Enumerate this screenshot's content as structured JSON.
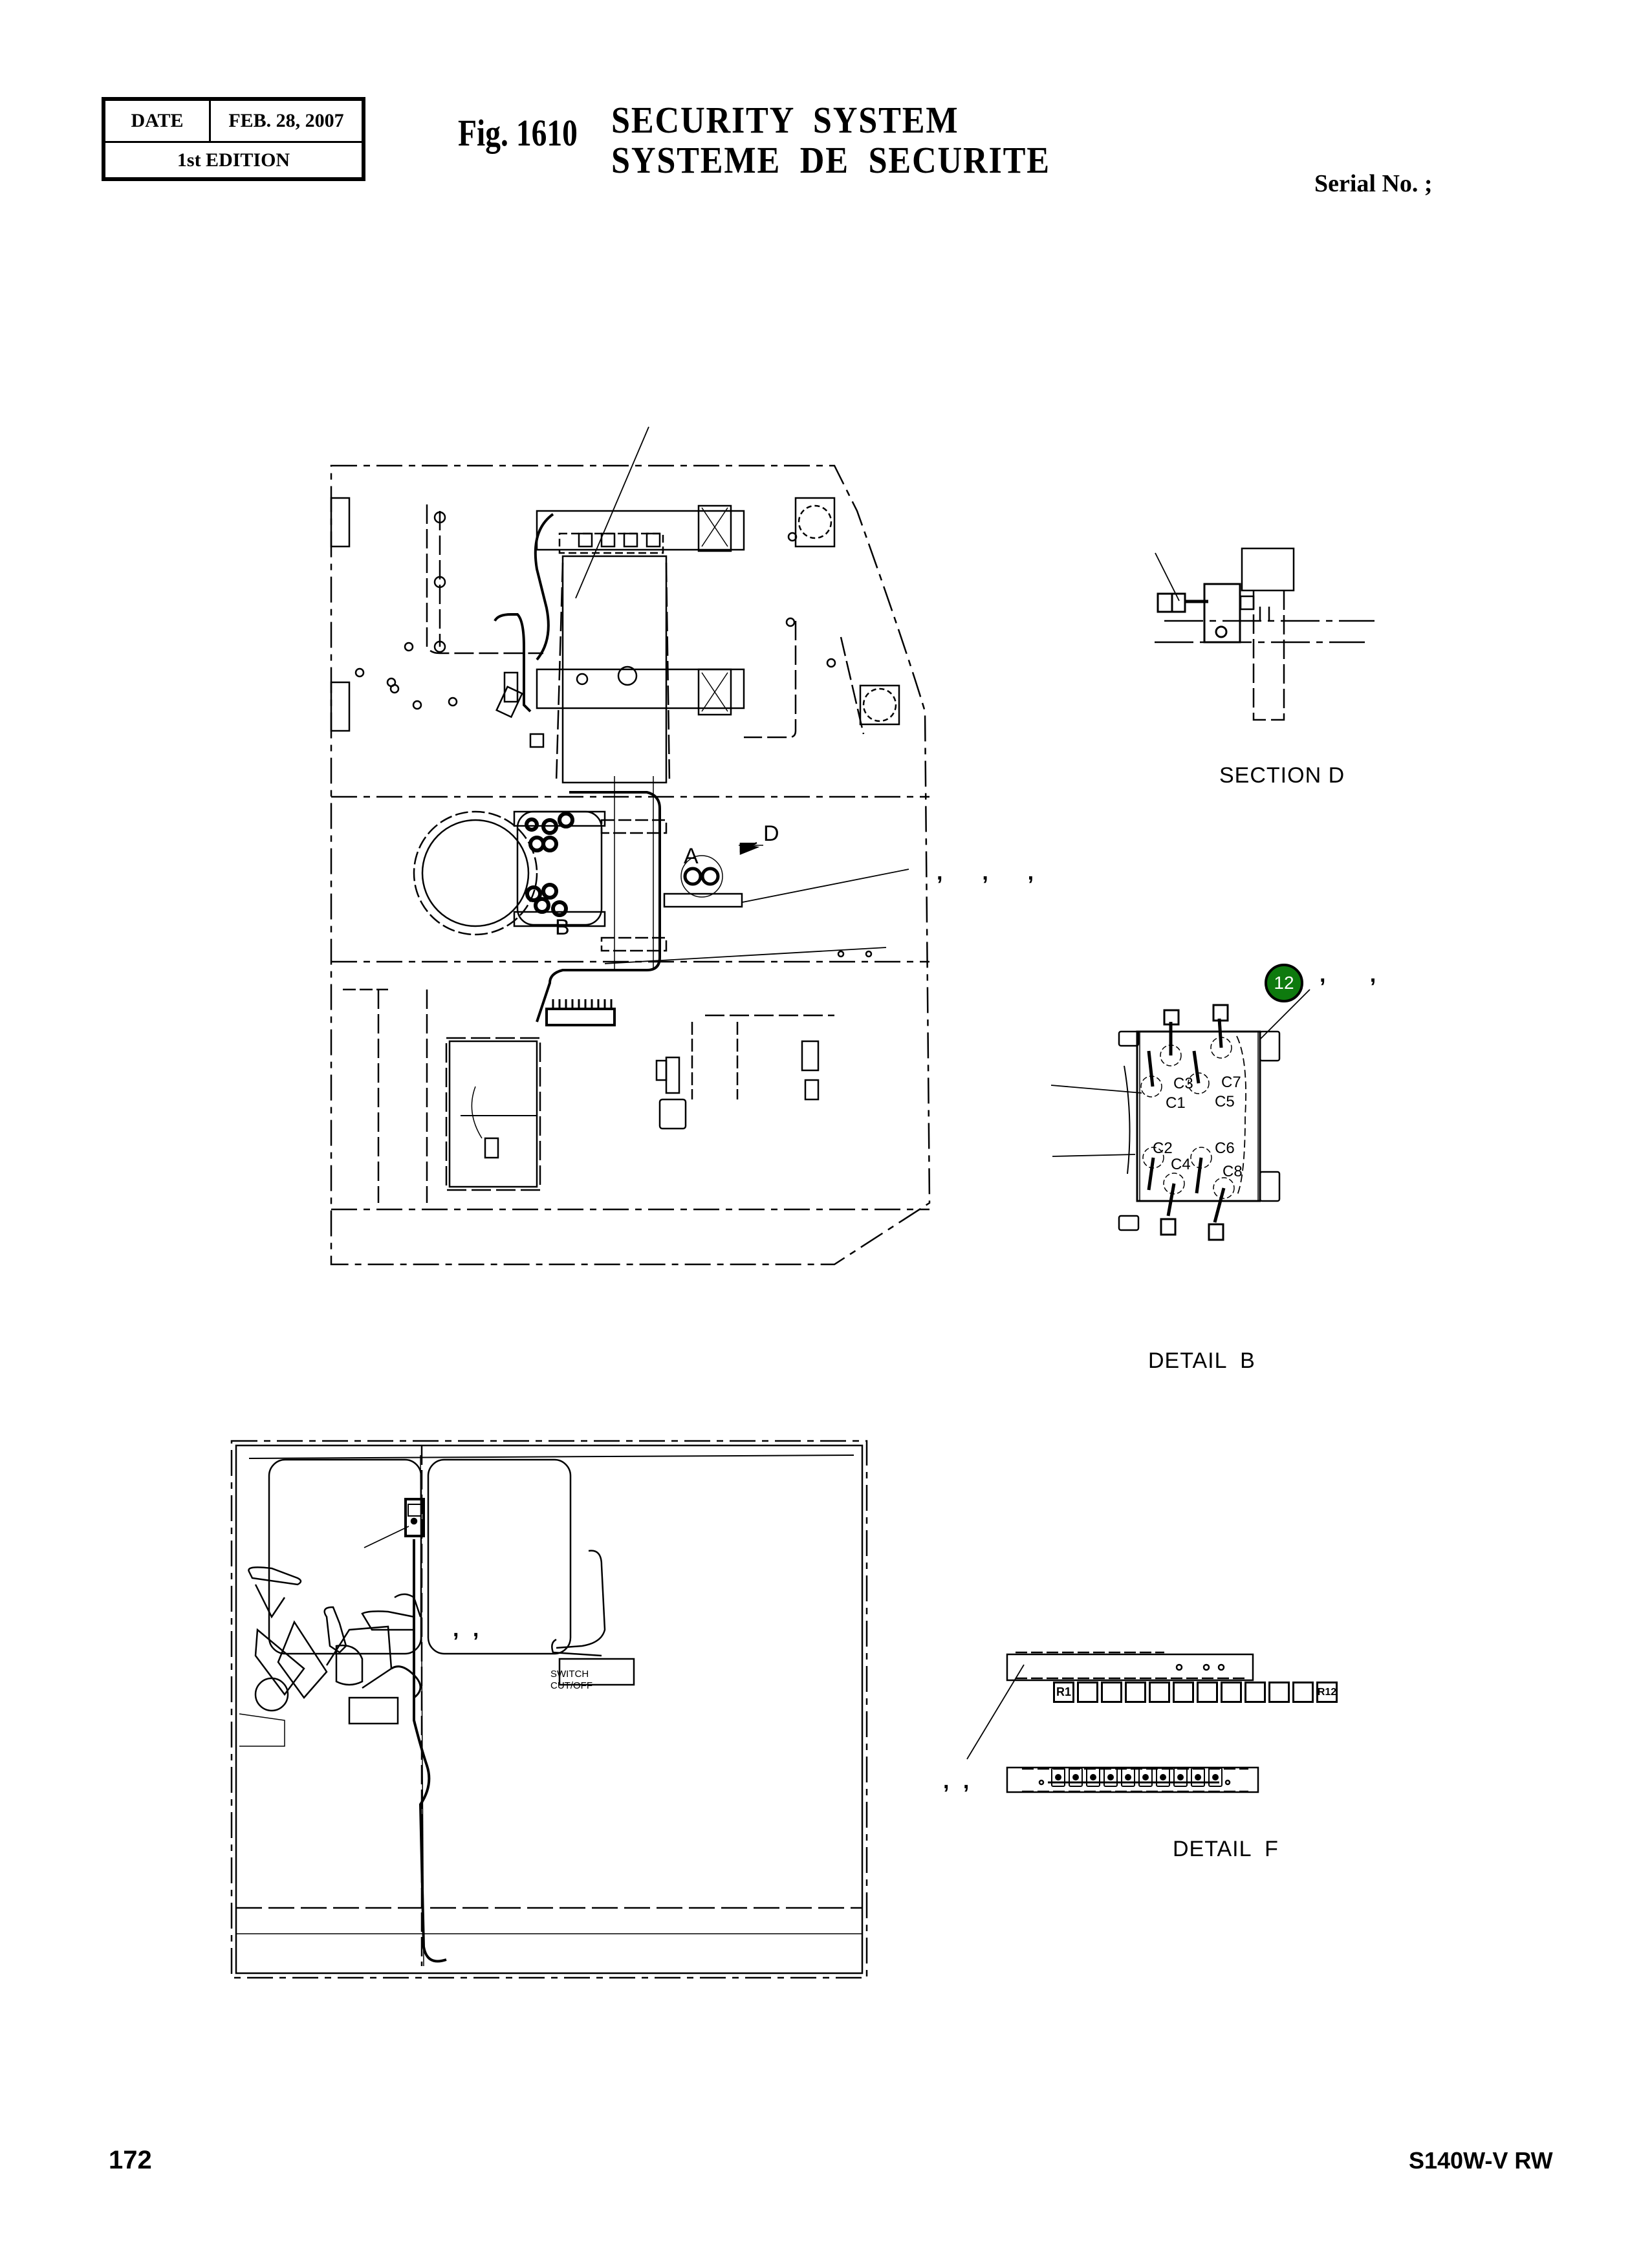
{
  "header": {
    "date_label": "DATE",
    "date_value": "FEB. 28, 2007",
    "edition": "1st EDITION",
    "fig_number": "Fig. 1610",
    "title_en": "SECURITY  SYSTEM",
    "title_fr": "SYSTEME  DE  SECURITE",
    "serial_label": "Serial No. ;"
  },
  "main_view": {
    "callouts": {
      "A": "A",
      "B": "B",
      "D": "D"
    },
    "ref_commas": {
      "upper": ",  ,  ,"
    }
  },
  "section_d": {
    "caption": "SECTION D"
  },
  "detail_b": {
    "caption": "DETAIL  B",
    "badge_number": "12",
    "badge_color": "#0e7a0e",
    "ref_commas": ",   ,",
    "connectors": [
      "C1",
      "C2",
      "C3",
      "C4",
      "C5",
      "C6",
      "C7",
      "C8"
    ]
  },
  "cab_view": {
    "ref_commas": ", ,",
    "switch_label_line1": "SWITCH",
    "switch_label_line2": "CUT/OFF"
  },
  "detail_f": {
    "caption": "DETAIL  F",
    "ref_commas": ", ,",
    "relay_first": "R1",
    "relay_last": "R12",
    "relay_count": 12
  },
  "footer": {
    "page_number": "172",
    "model": "S140W-V RW"
  }
}
